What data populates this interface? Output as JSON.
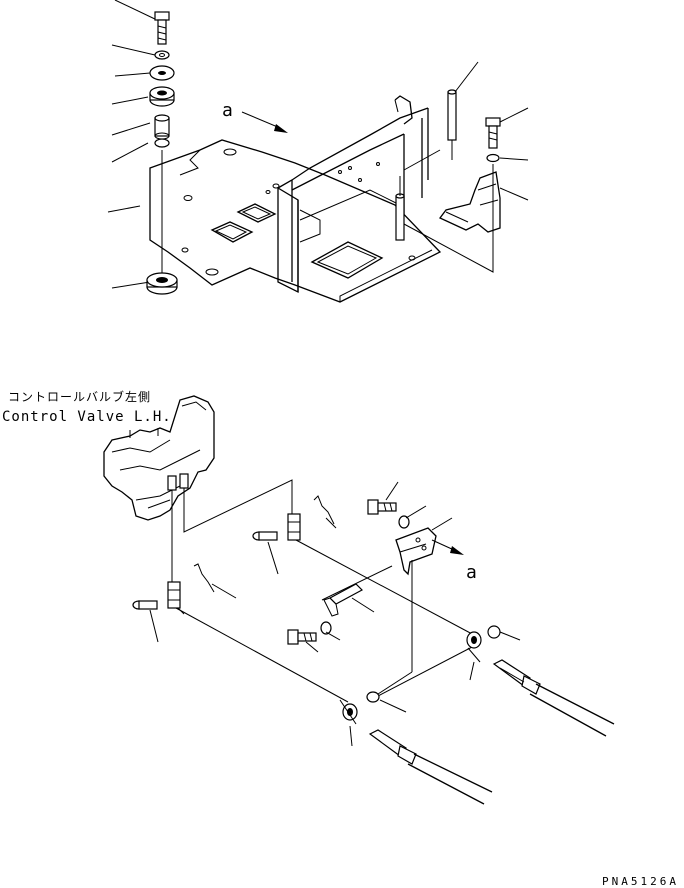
{
  "diagram": {
    "callout_a_top": "a",
    "callout_a_bottom": "a",
    "control_valve_label_jp": "コントロールバルブ左側",
    "control_valve_label_en": "Control Valve L.H.",
    "drawing_code": "PNA5126A"
  },
  "icons": {
    "arrow": "arrow-icon"
  }
}
